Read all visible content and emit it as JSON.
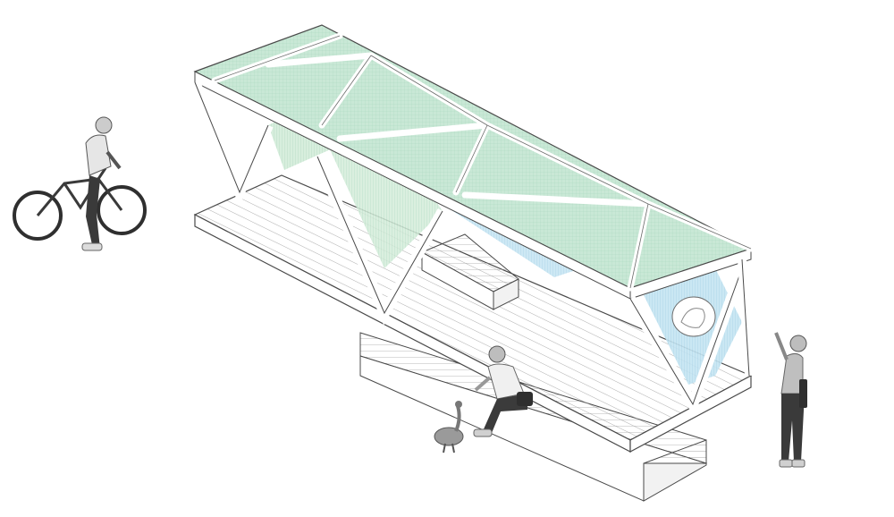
{
  "scene": {
    "background": "#ffffff",
    "colors": {
      "roof_glass": "#c9e8d6",
      "side_glass_green": "#d3ecd9",
      "side_glass_blue": "#c4e4f2",
      "frame": "#ffffff",
      "line": "#4a4a4a",
      "deck": "#f7f7f7",
      "figure_dark": "#2f2f2f",
      "figure_mid": "#8c8c8c",
      "figure_light": "#d9d9d9"
    },
    "icons": {
      "cyclist": "cyclist-figure",
      "seated_person": "seated-person-figure",
      "standing_person": "standing-photographer-figure",
      "bird": "goose-figure",
      "mural": "mural-relief"
    }
  }
}
